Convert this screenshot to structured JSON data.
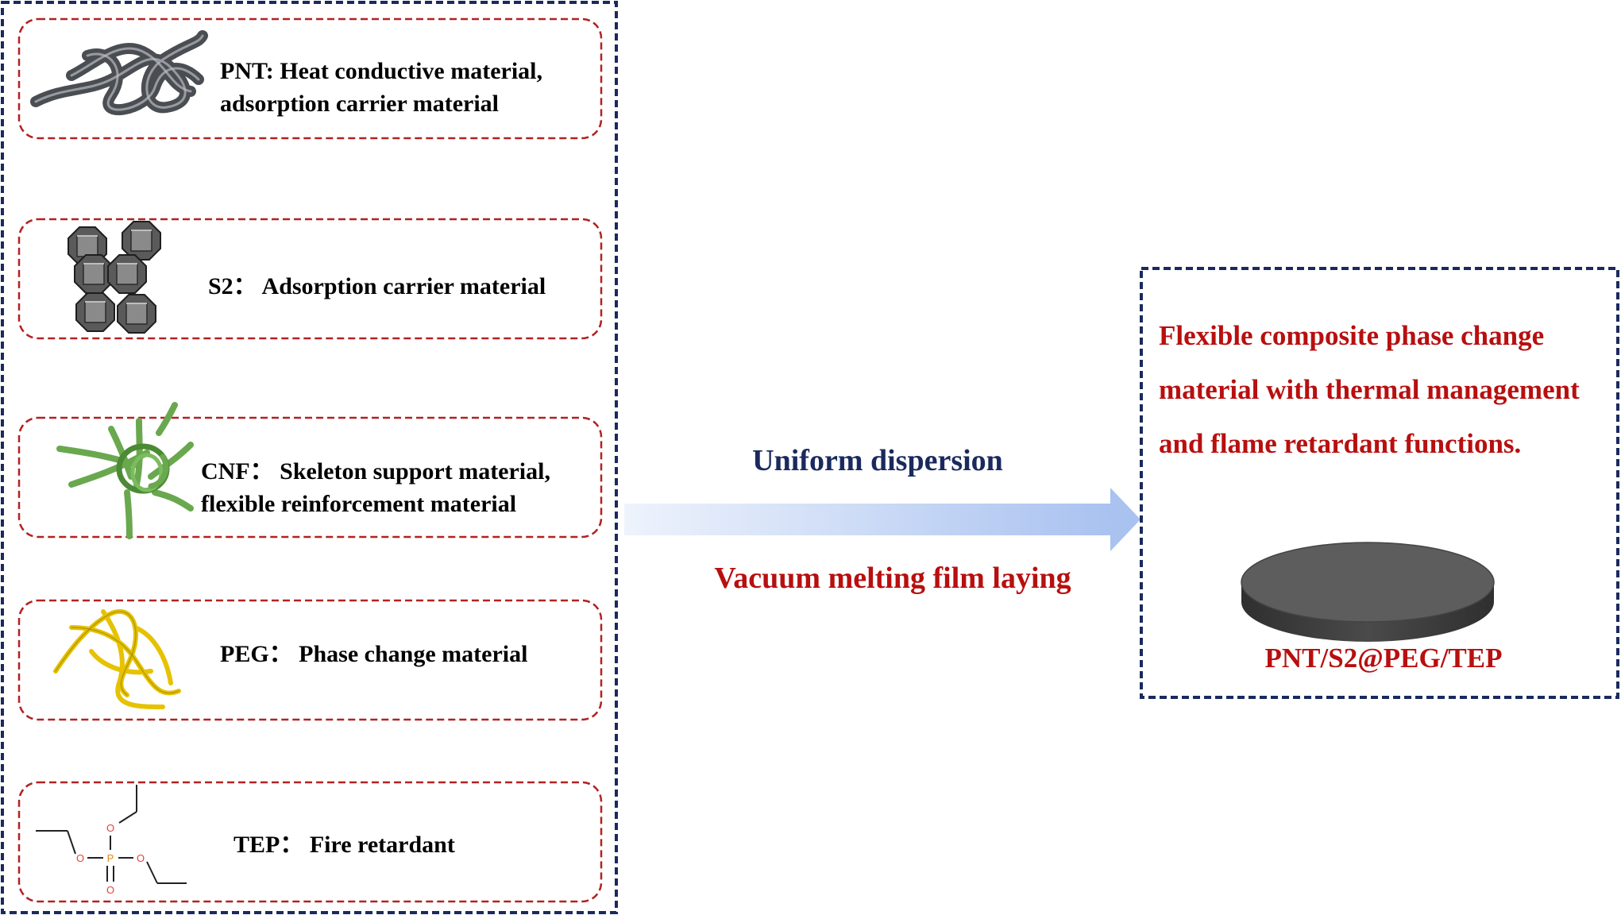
{
  "components": [
    {
      "id": "pnt",
      "lines": [
        "PNT: Heat conductive material,",
        "adsorption carrier material"
      ]
    },
    {
      "id": "s2",
      "lines": [
        "S2：  Adsorption carrier material"
      ]
    },
    {
      "id": "cnf",
      "lines": [
        "CNF：  Skeleton support material,",
        "flexible reinforcement material"
      ]
    },
    {
      "id": "peg",
      "lines": [
        "PEG：  Phase change material"
      ]
    },
    {
      "id": "tep",
      "lines": [
        "TEP：  Fire retardant"
      ]
    }
  ],
  "tep_atoms": {
    "oxygen": "O",
    "phosphorus": "P"
  },
  "process": {
    "top_label": "Uniform dispersion",
    "bottom_label": "Vacuum melting film laying"
  },
  "product": {
    "description": [
      "Flexible composite phase change",
      "material with thermal management",
      "and flame retardant functions."
    ],
    "name": "PNT/S2@PEG/TEP"
  },
  "colors": {
    "outer_border": "#1a2a5e",
    "item_border": "#b22222",
    "process_top": "#1a2a5e",
    "process_bottom": "#b80f0f",
    "product_text": "#b80f0f",
    "arrow_start": "#eef3fc",
    "arrow_end": "#a9c2f0",
    "pnt_tube": "#4a4d52",
    "s2_cube": "#5a5a5a",
    "cnf_fiber": "#6aa84f",
    "peg_fiber": "#e6c200",
    "disc_top": "#5d5d5d",
    "disc_side": "#3a3a3a",
    "tep_oxygen": "#e0433a",
    "tep_phosphorus": "#e08a1a"
  }
}
